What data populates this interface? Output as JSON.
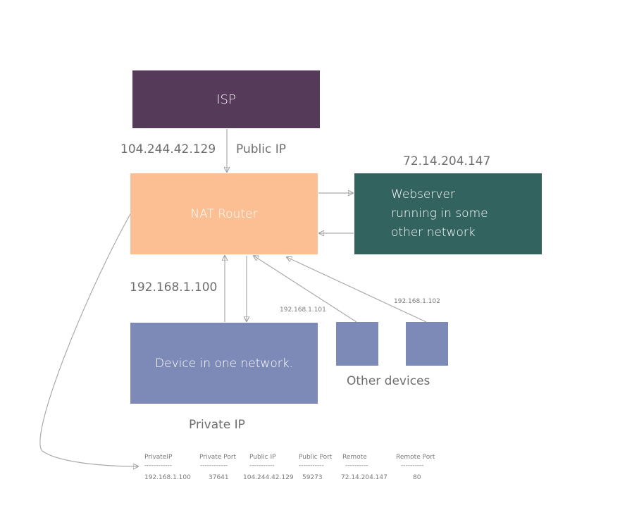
{
  "isp": {
    "label": "ISP"
  },
  "nat_router": {
    "label": "NAT Router"
  },
  "webserver": {
    "lines": [
      "Webserver",
      "running in some",
      "other network"
    ],
    "ip": "72.14.204.147"
  },
  "device": {
    "label": "Device in one network.",
    "ip": "192.168.1.100",
    "caption": "Private IP"
  },
  "public_link": {
    "ip": "104.244.42.129",
    "caption": "Public IP"
  },
  "other_devices": {
    "caption": "Other devices",
    "ip1": "192.168.1.101",
    "ip2": "192.168.1.102"
  },
  "nat_table": {
    "headers": [
      "PrivateIP",
      "Private Port",
      "Public IP",
      "Public Port",
      "Remote",
      "Remote Port"
    ],
    "dashes": [
      "------------",
      "------------",
      "-----------",
      "-----------",
      "----------",
      "----------"
    ],
    "row": [
      "192.168.1.100",
      "37641",
      "104.244.42.129",
      "59273",
      "72.14.204.147",
      "80"
    ]
  },
  "colors": {
    "isp": "#563a5a",
    "nat": "#fcbf94",
    "web": "#33635f",
    "device": "#7d8ab8",
    "line": "#aaaaaa"
  }
}
